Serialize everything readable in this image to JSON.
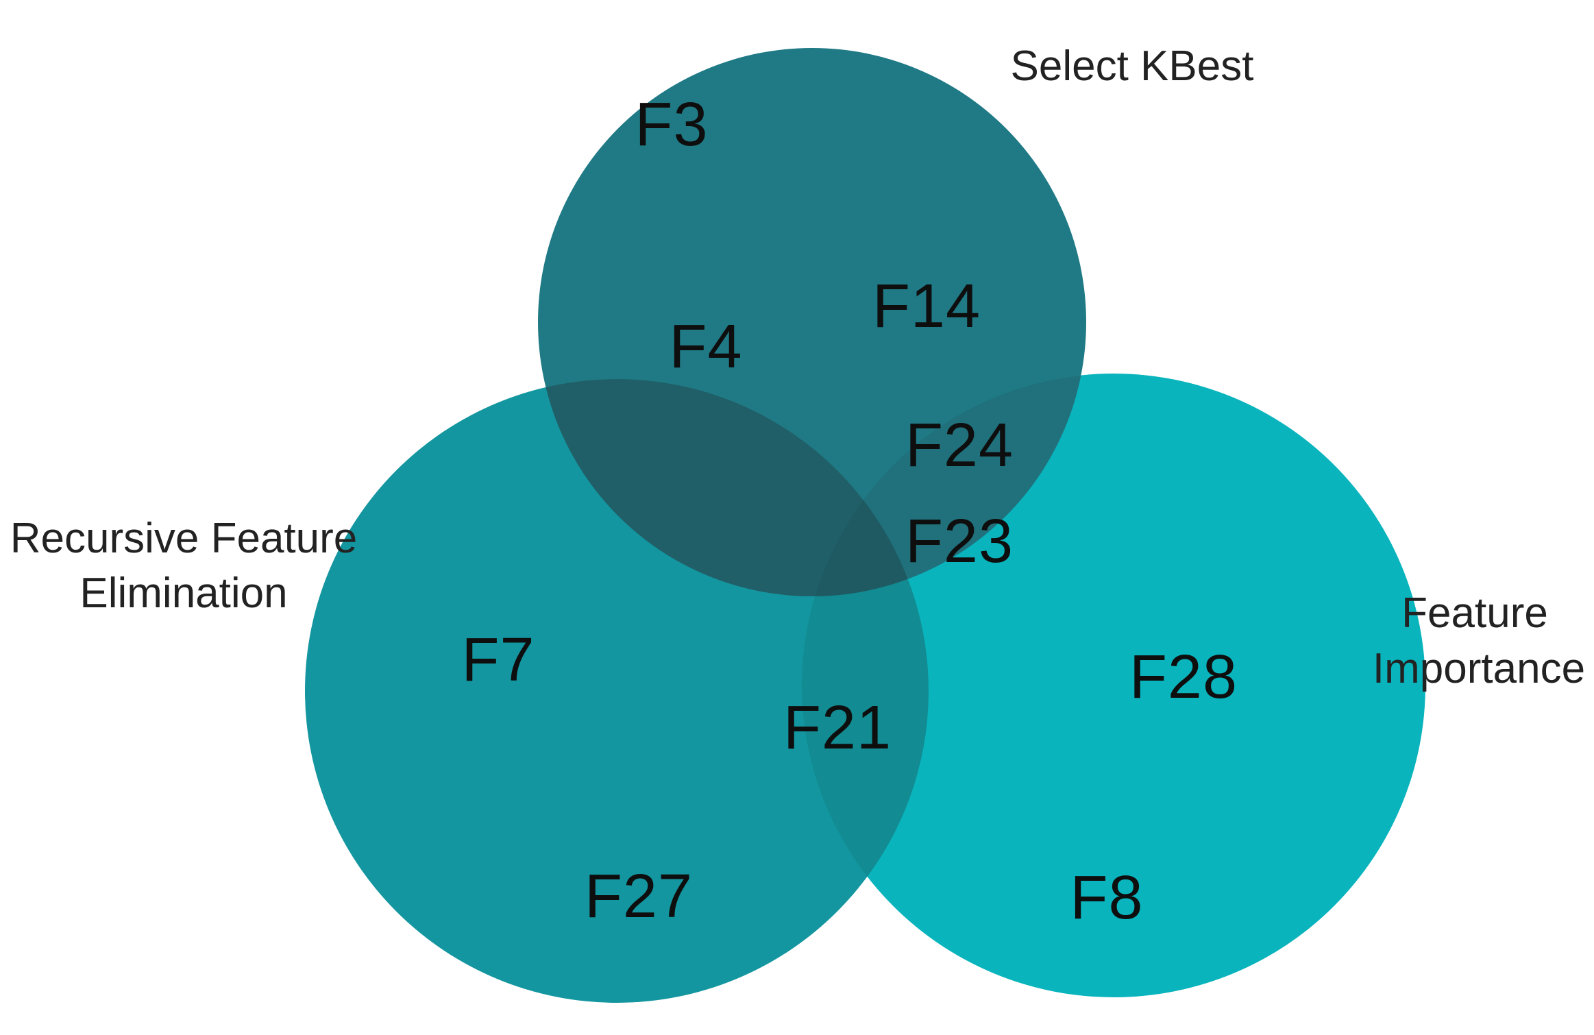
{
  "page": {
    "background": "#ffffff",
    "text_color": "#0e0e0e"
  },
  "venn": {
    "type": "venn-3-sets",
    "sets": [
      {
        "id": "select_kbest",
        "label": "Select KBest",
        "color": "#1f7a85",
        "exclusive_items": [
          "F3",
          "F14",
          "F4"
        ]
      },
      {
        "id": "recursive_feature_elimination",
        "label": "Recursive Feature Elimination",
        "color": "#13969f",
        "exclusive_items": [
          "F7",
          "F27"
        ]
      },
      {
        "id": "feature_importance",
        "label": "Feature Importance",
        "color": "#09b4bd",
        "exclusive_items": [
          "F28",
          "F8"
        ]
      }
    ],
    "overlaps": {
      "select_kbest_and_rfe": {
        "items": [],
        "color": "#215f68"
      },
      "select_kbest_and_feature_importance": {
        "items": [
          "F24",
          "F23"
        ],
        "color": "#20717c"
      },
      "rfe_and_feature_importance": {
        "items": [
          "F21"
        ],
        "color": "#128b92"
      },
      "all_three": {
        "items": [],
        "color": "#1f5a62"
      }
    }
  },
  "labels": {
    "f3": "F3",
    "f14": "F14",
    "f4": "F4",
    "f24": "F24",
    "f23": "F23",
    "f7": "F7",
    "f21": "F21",
    "f27": "F27",
    "f28": "F28",
    "f8": "F8",
    "set_top": "Select KBest",
    "set_left_line1": "Recursive Feature",
    "set_left_line2": "Elimination",
    "set_right_line1": "Feature",
    "set_right_line2": "Importance"
  }
}
